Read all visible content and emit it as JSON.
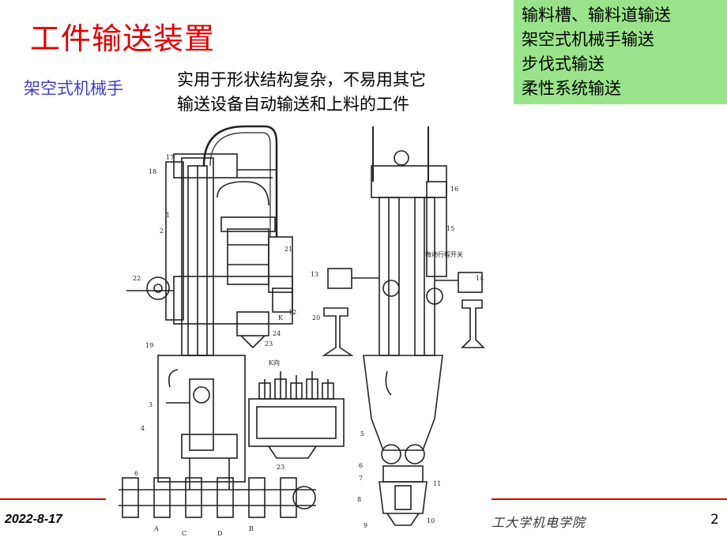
{
  "slide": {
    "title": "工件输送装置",
    "subtitle": "架空式机械手",
    "description_lines": [
      "实用于形状结构复杂，不易用其它",
      "输送设备自动输送和上料的工件"
    ],
    "methods": [
      "输料槽、输料道输送",
      "架空式机械手输送",
      "步伐式输送",
      "柔性系统输送"
    ],
    "colors": {
      "title": "#e00000",
      "subtitle": "#3c3ccc",
      "box": "#99e48a",
      "line": "#e00000"
    }
  },
  "drawing": {
    "labels_left": [
      "17",
      "18",
      "1",
      "2",
      "21",
      "22",
      "K",
      "12",
      "24",
      "23",
      "19",
      "3",
      "4",
      "6",
      "K向",
      "23",
      "A",
      "C",
      "D",
      "B"
    ],
    "labels_right": [
      "16",
      "15",
      "微动行程开关",
      "13",
      "14",
      "20",
      "5",
      "6",
      "7",
      "11",
      "8",
      "10",
      "9"
    ]
  },
  "footer": {
    "date": "2022-8-17",
    "org": "工大学机电学院",
    "page": "2"
  }
}
